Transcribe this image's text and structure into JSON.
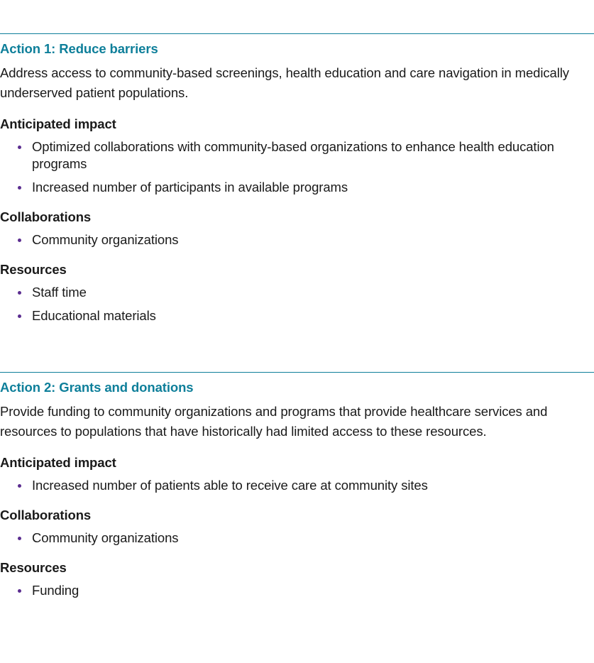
{
  "colors": {
    "accent": "#0e7f9a",
    "bullet": "#5b2d90",
    "text": "#1a1a1a"
  },
  "actions": [
    {
      "title": "Action 1: Reduce barriers",
      "description": "Address access to community-based screenings, health education and care navigation in medically underserved patient populations.",
      "impact_heading": "Anticipated impact",
      "impact": [
        "Optimized collaborations with community-based organizations to enhance health education programs",
        "Increased number of participants in available programs"
      ],
      "collab_heading": "Collaborations",
      "collaborations": [
        "Community organizations"
      ],
      "resources_heading": "Resources",
      "resources": [
        "Staff time",
        "Educational materials"
      ]
    },
    {
      "title": "Action 2: Grants and donations",
      "description": "Provide funding to community organizations and programs that provide healthcare services and resources to populations that have historically had limited access to these resources.",
      "impact_heading": "Anticipated impact",
      "impact": [
        "Increased number of patients able to receive care at community sites"
      ],
      "collab_heading": "Collaborations",
      "collaborations": [
        "Community organizations"
      ],
      "resources_heading": "Resources",
      "resources": [
        "Funding"
      ]
    }
  ]
}
